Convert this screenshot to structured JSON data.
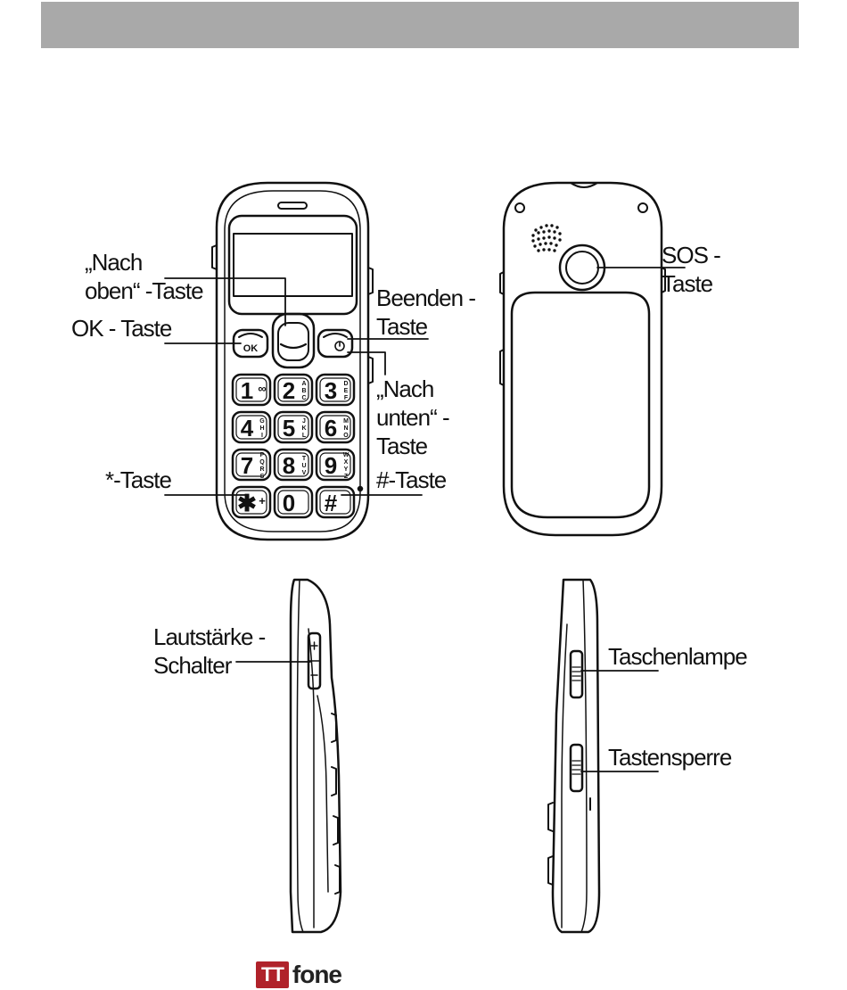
{
  "header": {
    "bar_color": "#a9a9a9"
  },
  "labels": {
    "up_key": [
      "„Nach",
      "oben“ -Taste"
    ],
    "ok_key": "OK - Taste",
    "end_key": [
      "Beenden -",
      "Taste"
    ],
    "down_key": [
      "„Nach",
      "unten“ -",
      "Taste"
    ],
    "star_key": "*-Taste",
    "hash_key": "#-Taste",
    "sos_key": [
      "SOS -",
      "Taste"
    ],
    "volume_switch": [
      "Lautstärke -",
      "Schalter"
    ],
    "flashlight": "Taschenlampe",
    "keylock": "Tastensperre"
  },
  "keypad": [
    {
      "digit": "1",
      "letters": "∞"
    },
    {
      "digit": "2",
      "letters": "ABC"
    },
    {
      "digit": "3",
      "letters": "DEF"
    },
    {
      "digit": "4",
      "letters": "GHI"
    },
    {
      "digit": "5",
      "letters": "JKL"
    },
    {
      "digit": "6",
      "letters": "MNO"
    },
    {
      "digit": "7",
      "letters": "PQRS"
    },
    {
      "digit": "8",
      "letters": "TUV"
    },
    {
      "digit": "9",
      "letters": "WXYZ"
    },
    {
      "digit": "✱",
      "letters": "+"
    },
    {
      "digit": "0",
      "letters": ""
    },
    {
      "digit": "#",
      "letters": ""
    }
  ],
  "keys": {
    "ok": "OK"
  },
  "logo": {
    "badge": "TT",
    "word": "fone",
    "brand_color": "#b0222a"
  }
}
